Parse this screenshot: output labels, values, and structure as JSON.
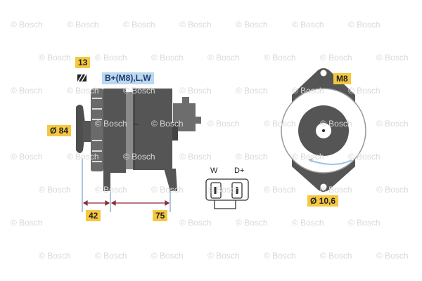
{
  "watermark": "© Bosch",
  "labels": {
    "bolt_size": "13",
    "terminals": "B+(M8),L,W",
    "pulley_diameter": "Ø 84",
    "dim_front": "42",
    "dim_rear": "75",
    "mount_thread": "M8",
    "hole_diameter": "Ø 10,6",
    "plug_pin_w": "W",
    "plug_pin_dplus": "D+"
  },
  "colors": {
    "body": "#5a5a5a",
    "tag": "#f5c842",
    "dimension": "#8b2b3a",
    "arrow": "#9fc3e0"
  }
}
